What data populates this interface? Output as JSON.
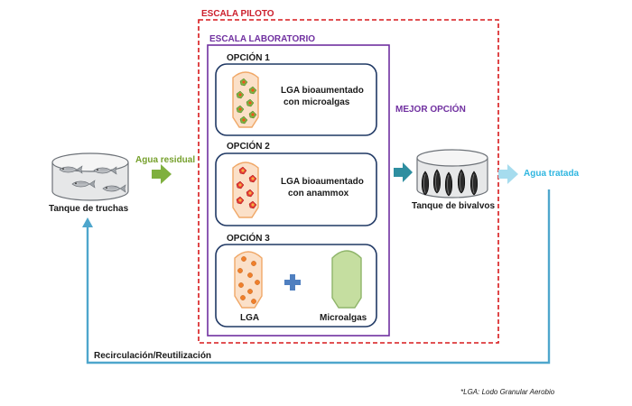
{
  "labels": {
    "pilot_scale": "ESCALA PILOTO",
    "lab_scale": "ESCALA LABORATORIO",
    "best_option": "MEJOR OPCIÓN",
    "trout_tank": "Tanque de truchas",
    "wastewater": "Agua residual",
    "bivalve_tank": "Tanque de bivalvos",
    "treated_water": "Agua tratada",
    "recirculation": "Recirculación/Reutilización",
    "footnote": "*LGA: Lodo Granular Aerobio"
  },
  "options": [
    {
      "title": "OPCIÓN 1",
      "line1": "LGA bioaumentado",
      "line2": "con microalgas"
    },
    {
      "title": "OPCIÓN 2",
      "line1": "LGA bioaumentado",
      "line2": "con anammox"
    },
    {
      "title": "OPCIÓN 3",
      "left_label": "LGA",
      "right_label": "Microalgas"
    }
  ],
  "colors": {
    "pilot_border": "#d7191c",
    "lab_border": "#7030a0",
    "option_border": "#1f3864",
    "reactor_fill": "#fbe0c8",
    "reactor_stroke": "#f0a868",
    "microalgae_fill": "#c5dea0",
    "wastewater_arrow": "#7fb03f",
    "bivalve_arrow": "#2e8ea0",
    "treated_arrow": "#a6dcee",
    "recirc_line": "#4ea6cc",
    "plus": "#4f7fc0"
  },
  "icons": [
    "fish-icon",
    "mussel-icon",
    "granule-icon",
    "reactor-icon",
    "plus-icon"
  ]
}
